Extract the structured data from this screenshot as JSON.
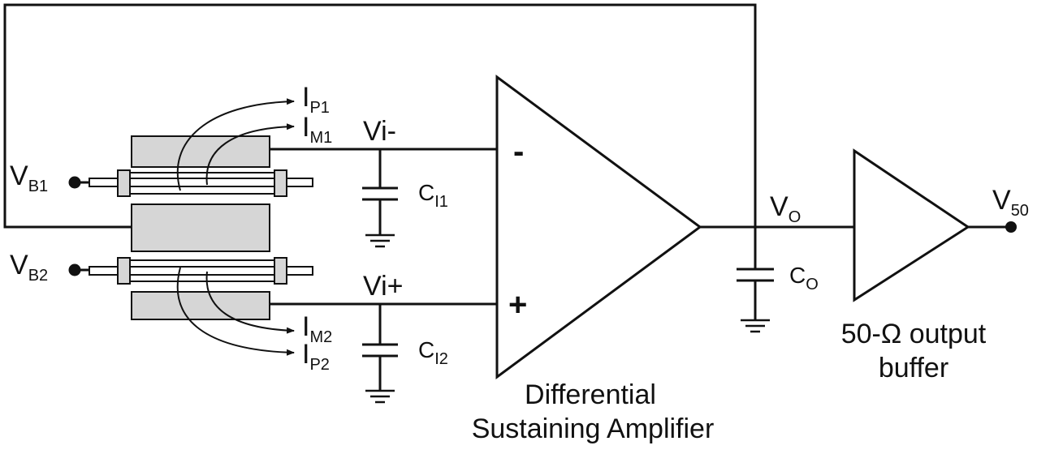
{
  "labels": {
    "ip1": {
      "main": "I",
      "sub": "P1"
    },
    "im1": {
      "main": "I",
      "sub": "M1"
    },
    "ip2": {
      "main": "I",
      "sub": "P2"
    },
    "im2": {
      "main": "I",
      "sub": "M2"
    },
    "vb1": {
      "main": "V",
      "sub": "B1"
    },
    "vb2": {
      "main": "V",
      "sub": "B2"
    },
    "vi_minus": "Vi-",
    "vi_plus": "Vi+",
    "ci1": {
      "main": "C",
      "sub": "I1"
    },
    "ci2": {
      "main": "C",
      "sub": "I2"
    },
    "co": {
      "main": "C",
      "sub": "O"
    },
    "vo": {
      "main": "V",
      "sub": "O"
    },
    "v50": {
      "main": "V",
      "sub": "50"
    },
    "minus_sign": "-",
    "plus_sign": "+",
    "amp_caption_line1": "Differential",
    "amp_caption_line2": "Sustaining Amplifier",
    "buffer_caption_line1": "50-Ω output",
    "buffer_caption_line2": "buffer"
  },
  "colors": {
    "wire": "#111111",
    "resonator_fill": "#d6d6d6",
    "background": "#ffffff"
  }
}
